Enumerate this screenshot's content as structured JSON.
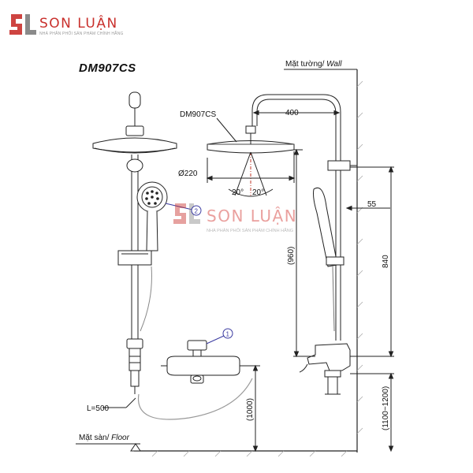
{
  "brand": {
    "name": "SON LUẬN",
    "tagline": "NHÀ PHÂN PHỐI SẢN PHẨM CHÍNH HÃNG",
    "logo_color": "#c9302c"
  },
  "watermark": {
    "name": "SON LUẬN",
    "tagline": "NHÀ PHÂN PHỐI SẢN PHẨM CHÍNH HÃNG"
  },
  "drawing": {
    "model": "DM907CS",
    "head_callout": "DM907CS",
    "wall_label": "Mặt tường/",
    "wall_label_en": "Wall",
    "floor_label": "Mặt sàn/",
    "floor_label_en": "Floor",
    "dim_arm": "400",
    "dim_head_dia": "Ø220",
    "spray_angle_left": "20°",
    "spray_angle_right": "20°",
    "dim_55": "55",
    "dim_840": "840",
    "dim_960": "(960)",
    "dim_1000": "(1000)",
    "dim_floor_range": "(1100~1200)",
    "hose_length": "L=500",
    "callout_1": "1",
    "callout_2": "2"
  }
}
